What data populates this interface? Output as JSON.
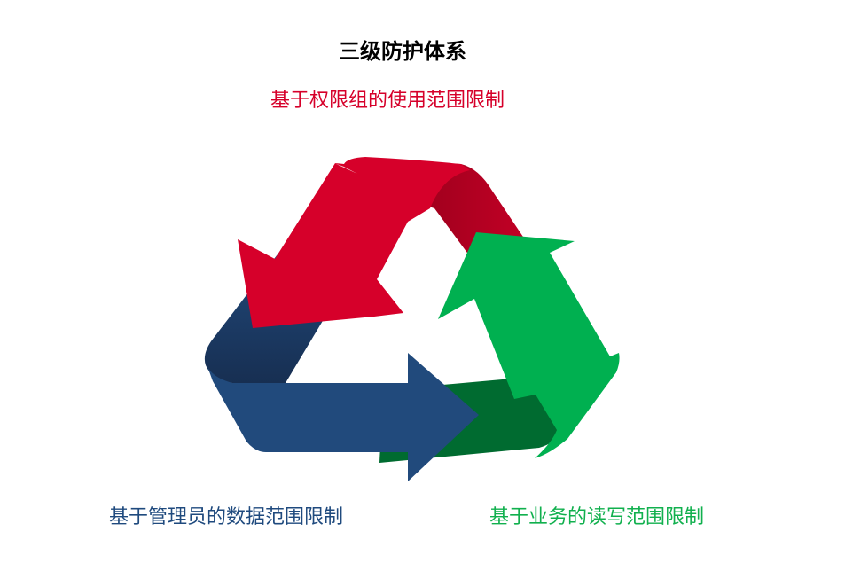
{
  "title": "三级防护体系",
  "labels": {
    "top": "基于权限组的使用范围限制",
    "left": "基于管理员的数据范围限制",
    "right": "基于业务的读写范围限制"
  },
  "colors": {
    "red": "#d6002a",
    "red_dark": "#a8001f",
    "green": "#00b050",
    "green_dark": "#006b30",
    "blue": "#214a7c",
    "blue_dark": "#1a365c",
    "title": "#000000",
    "background": "#ffffff"
  },
  "diagram": {
    "type": "cycle",
    "arrows": [
      {
        "name": "red-arrow",
        "label": "基于权限组的使用范围限制",
        "direction": "down-left"
      },
      {
        "name": "blue-arrow",
        "label": "基于管理员的数据范围限制",
        "direction": "right"
      },
      {
        "name": "green-arrow",
        "label": "基于业务的读写范围限制",
        "direction": "up-left"
      }
    ]
  }
}
